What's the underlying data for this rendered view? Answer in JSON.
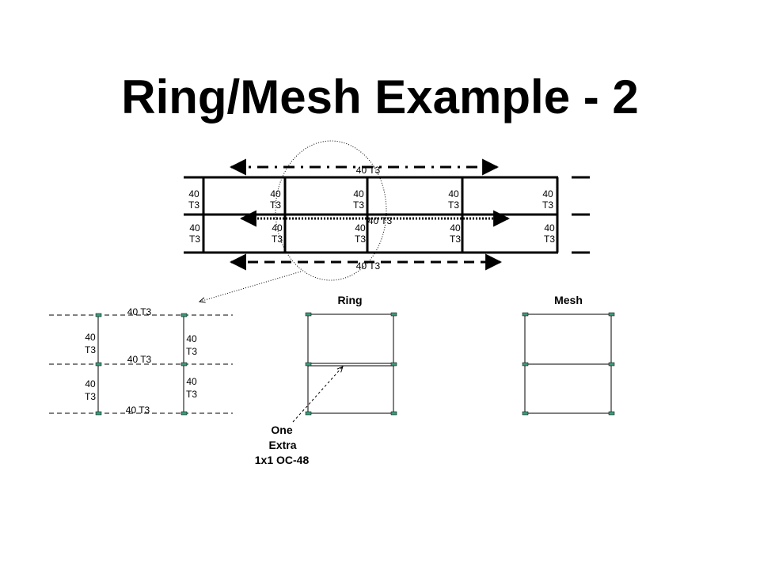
{
  "title": "Ring/Mesh Example - 2",
  "top_network": {
    "top_demand_label": "40 T3",
    "middle_demand_label": "40 T3",
    "bottom_demand_label": "40 T3",
    "upper_row_labels": [
      [
        "40",
        "T3"
      ],
      [
        "40",
        "T3"
      ],
      [
        "40",
        "T3"
      ],
      [
        "40",
        "T3"
      ],
      [
        "40",
        "T3"
      ]
    ],
    "lower_row_labels": [
      [
        "40",
        "T3"
      ],
      [
        "40",
        "T3"
      ],
      [
        "40",
        "T3"
      ],
      [
        "40",
        "T3"
      ],
      [
        "40",
        "T3"
      ]
    ]
  },
  "detail": {
    "top_label": "40 T3",
    "middle_label": "40 T3",
    "bottom_label": "40 T3",
    "left_upper": [
      "40",
      "T3"
    ],
    "right_upper": [
      "40",
      "T3"
    ],
    "left_lower": [
      "40",
      "T3"
    ],
    "right_lower": [
      "40",
      "T3"
    ]
  },
  "ring": {
    "title": "Ring",
    "annotation": [
      "One",
      "Extra",
      "1x1 OC-48"
    ]
  },
  "mesh": {
    "title": "Mesh"
  },
  "colors": {
    "node_fill": "#3a9a7a",
    "line": "#000000"
  }
}
